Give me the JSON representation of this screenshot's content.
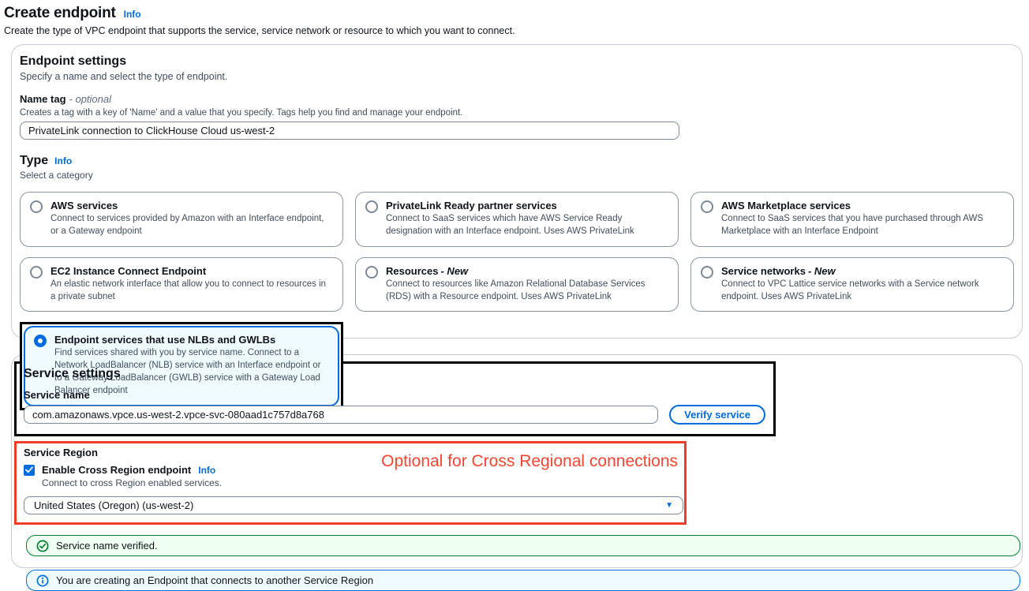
{
  "page": {
    "title": "Create endpoint",
    "title_info": "Info",
    "description": "Create the type of VPC endpoint that supports the service, service network or resource to which you want to connect."
  },
  "endpoint_settings": {
    "heading": "Endpoint settings",
    "subheading": "Specify a name and select the type of endpoint.",
    "name_tag": {
      "label": "Name tag",
      "label_suffix": "- optional",
      "description": "Creates a tag with a key of 'Name' and a value that you specify. Tags help you find and manage your endpoint.",
      "value": "PrivateLink connection to ClickHouse Cloud us-west-2"
    },
    "type": {
      "heading": "Type",
      "info": "Info",
      "subheading": "Select a category",
      "options": [
        {
          "title": "AWS services",
          "suffix": "",
          "description": "Connect to services provided by Amazon with an Interface endpoint, or a Gateway endpoint",
          "selected": false
        },
        {
          "title": "PrivateLink Ready partner services",
          "suffix": "",
          "description": "Connect to SaaS services which have AWS Service Ready designation with an Interface endpoint. Uses AWS PrivateLink",
          "selected": false
        },
        {
          "title": "AWS Marketplace services",
          "suffix": "",
          "description": "Connect to SaaS services that you have purchased through AWS Marketplace with an Interface Endpoint",
          "selected": false
        },
        {
          "title": "EC2 Instance Connect Endpoint",
          "suffix": "",
          "description": "An elastic network interface that allow you to connect to resources in a private subnet",
          "selected": false
        },
        {
          "title": "Resources",
          "suffix": "- New",
          "description": "Connect to resources like Amazon Relational Database Services (RDS) with a Resource endpoint. Uses AWS PrivateLink",
          "selected": false
        },
        {
          "title": "Service networks",
          "suffix": "- New",
          "description": "Connect to VPC Lattice service networks with a Service network endpoint. Uses AWS PrivateLink",
          "selected": false
        },
        {
          "title": "Endpoint services that use NLBs and GWLBs",
          "suffix": "",
          "description": "Find services shared with you by service name. Connect to a Network LoadBalancer (NLB) service with an Interface endpoint or to a Gateway LoadBalancer (GWLB) service with a Gateway Load Balancer endpoint",
          "selected": true
        }
      ]
    }
  },
  "service_settings": {
    "heading": "Service settings",
    "service_name": {
      "label": "Service name",
      "value": "com.amazonaws.vpce.us-west-2.vpce-svc-080aad1c757d8a768",
      "verify_button": "Verify service"
    },
    "service_region": {
      "label": "Service Region",
      "checkbox_label": "Enable Cross Region endpoint",
      "checkbox_info": "Info",
      "checkbox_checked": true,
      "checkbox_description": "Connect to cross Region enabled services.",
      "selected_region": "United States (Oregon) (us-west-2)"
    },
    "annotation_note": "Optional for Cross Regional connections",
    "banners": {
      "success": "Service name verified.",
      "info": "You are creating an Endpoint that connects to another Service Region"
    }
  },
  "colors": {
    "accent_blue": "#006ce0",
    "success_green": "#00802f",
    "annotation_red": "#f13c27",
    "annotation_black": "#000000"
  }
}
